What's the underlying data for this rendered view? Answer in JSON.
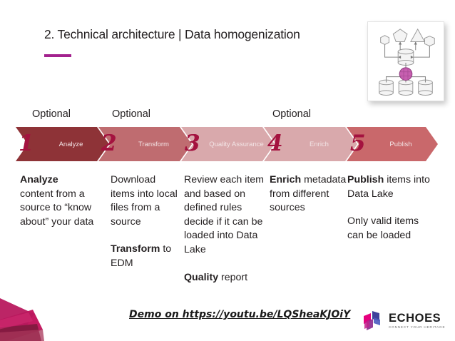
{
  "slide": {
    "title": "2. Technical architecture | Data homogenization",
    "accent_color": "#a3228e"
  },
  "thumbnail": {
    "name": "architecture-diagram-thumbnail",
    "node_color": "#c75fb0"
  },
  "process": {
    "optional_label": "Optional",
    "steps": [
      {
        "numeral": "1",
        "label": "Analyze",
        "optional": true,
        "color": "#8e3337"
      },
      {
        "numeral": "2",
        "label": "Transform",
        "optional": true,
        "color": "#bf6c70"
      },
      {
        "numeral": "3",
        "label": "Quality Assurance",
        "optional": false,
        "color": "#d9a9ac"
      },
      {
        "numeral": "4",
        "label": "Enrich",
        "optional": true,
        "color": "#d9a9ac"
      },
      {
        "numeral": "5",
        "label": "Publish",
        "optional": false,
        "color": "#c9686b"
      }
    ]
  },
  "columns": [
    {
      "p1_bold": "Analyze",
      "p1_rest": " content from a source to “know about” your data",
      "p2_bold": "",
      "p2_rest": ""
    },
    {
      "p1_bold": "",
      "p1_rest": "Download items into local files from a source",
      "p2_bold": "Transform",
      "p2_rest": " to EDM"
    },
    {
      "p1_bold": "",
      "p1_rest": "Review each item and based on defined rules decide if it can be loaded into Data Lake",
      "p2_bold": "Quality",
      "p2_rest": " report"
    },
    {
      "p1_bold": "Enrich",
      "p1_rest": " metadata from different sources",
      "p2_bold": "",
      "p2_rest": ""
    },
    {
      "p1_bold": "Publish",
      "p1_rest": " items into Data Lake",
      "p2_bold": "",
      "p2_rest": "Only valid items can be loaded"
    }
  ],
  "demo": {
    "text": "Demo on https://youtu.be/LQSheaKJOiY"
  },
  "logo": {
    "word": "ECHOES",
    "tagline": "CONNECT YOUR HERITAGE",
    "pink": "#e6007e",
    "blue": "#2e3192",
    "purple": "#7b2d8b"
  }
}
